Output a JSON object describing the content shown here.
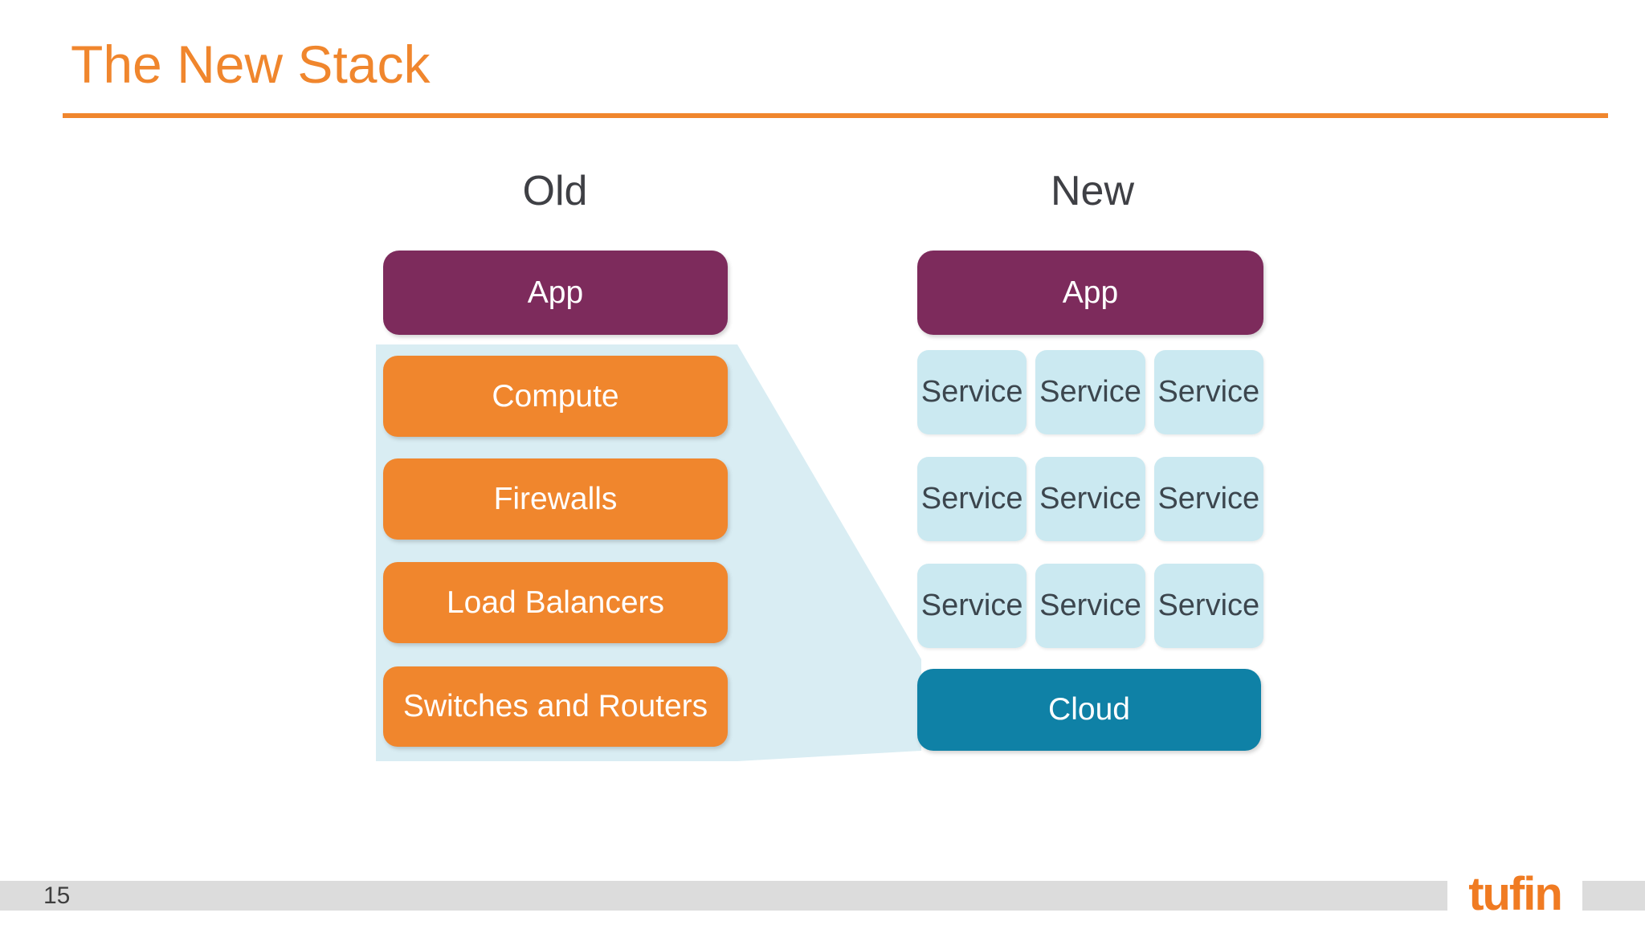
{
  "slide": {
    "title": "The New Stack",
    "page_number": "15",
    "logo_text": "tufin"
  },
  "old_column": {
    "header": "Old",
    "app_label": "App",
    "layers": [
      "Compute",
      "Firewalls",
      "Load Balancers",
      "Switches and Routers"
    ]
  },
  "new_column": {
    "header": "New",
    "app_label": "App",
    "services": [
      "Service",
      "Service",
      "Service",
      "Service",
      "Service",
      "Service",
      "Service",
      "Service",
      "Service"
    ],
    "cloud_label": "Cloud"
  },
  "colors": {
    "accent_orange": "#F0862D",
    "app_purple": "#7D2B5C",
    "cloud_teal": "#0F81A6",
    "service_blue": "#CBE9F1",
    "funnel_blue": "#D9EDF3",
    "footer_gray": "#DCDCDC",
    "heading_gray": "#3F4045",
    "logo_orange": "#F07B22"
  }
}
